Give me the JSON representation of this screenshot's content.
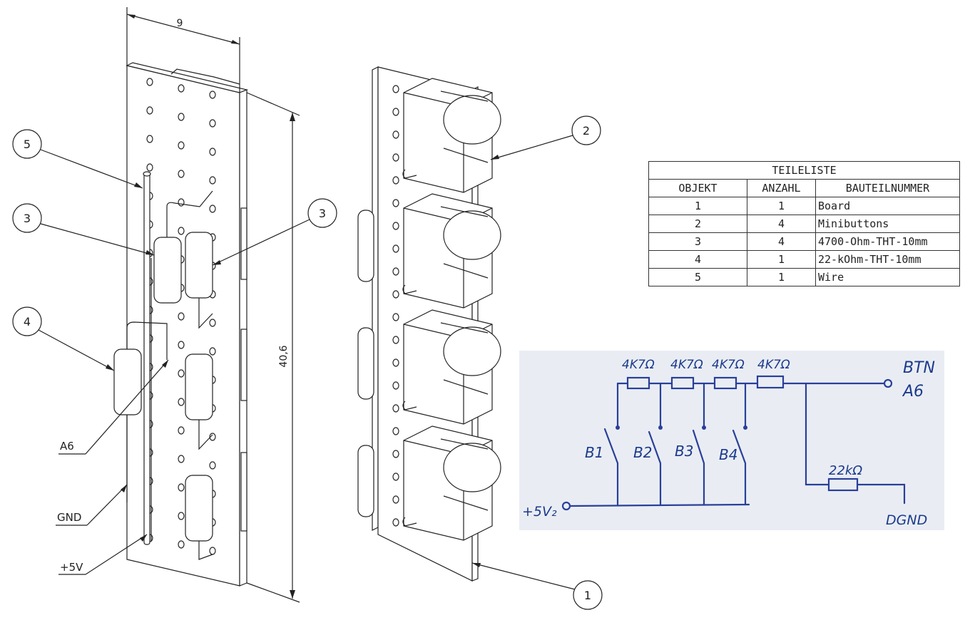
{
  "dimensions": {
    "width_label": "9",
    "height_label": "40,6"
  },
  "balloons": {
    "left_1": "5",
    "left_2": "3",
    "left_3": "3",
    "left_4": "4",
    "right_top": "2",
    "right_bottom": "1"
  },
  "net_labels": {
    "a6": "A6",
    "gnd": "GND",
    "vcc": "+5V"
  },
  "parts_list": {
    "title": "TEILELISTE",
    "headers": [
      "OBJEKT",
      "ANZAHL",
      "BAUTEILNUMMER"
    ],
    "rows": [
      [
        "1",
        "1",
        "Board"
      ],
      [
        "2",
        "4",
        "Minibuttons"
      ],
      [
        "3",
        "4",
        "4700-Ohm-THT-10mm"
      ],
      [
        "4",
        "1",
        "22-kOhm-THT-10mm"
      ],
      [
        "5",
        "1",
        "Wire"
      ]
    ]
  },
  "schematic": {
    "resistors": [
      "4K7Ω",
      "4K7Ω",
      "4K7Ω",
      "4K7Ω"
    ],
    "buttons": [
      "B1",
      "B2",
      "B3",
      "B4"
    ],
    "output_label_1": "BTN",
    "output_label_2": "A6",
    "pulldown": "22kΩ",
    "supply": "+5V₂",
    "ground": "DGND"
  }
}
